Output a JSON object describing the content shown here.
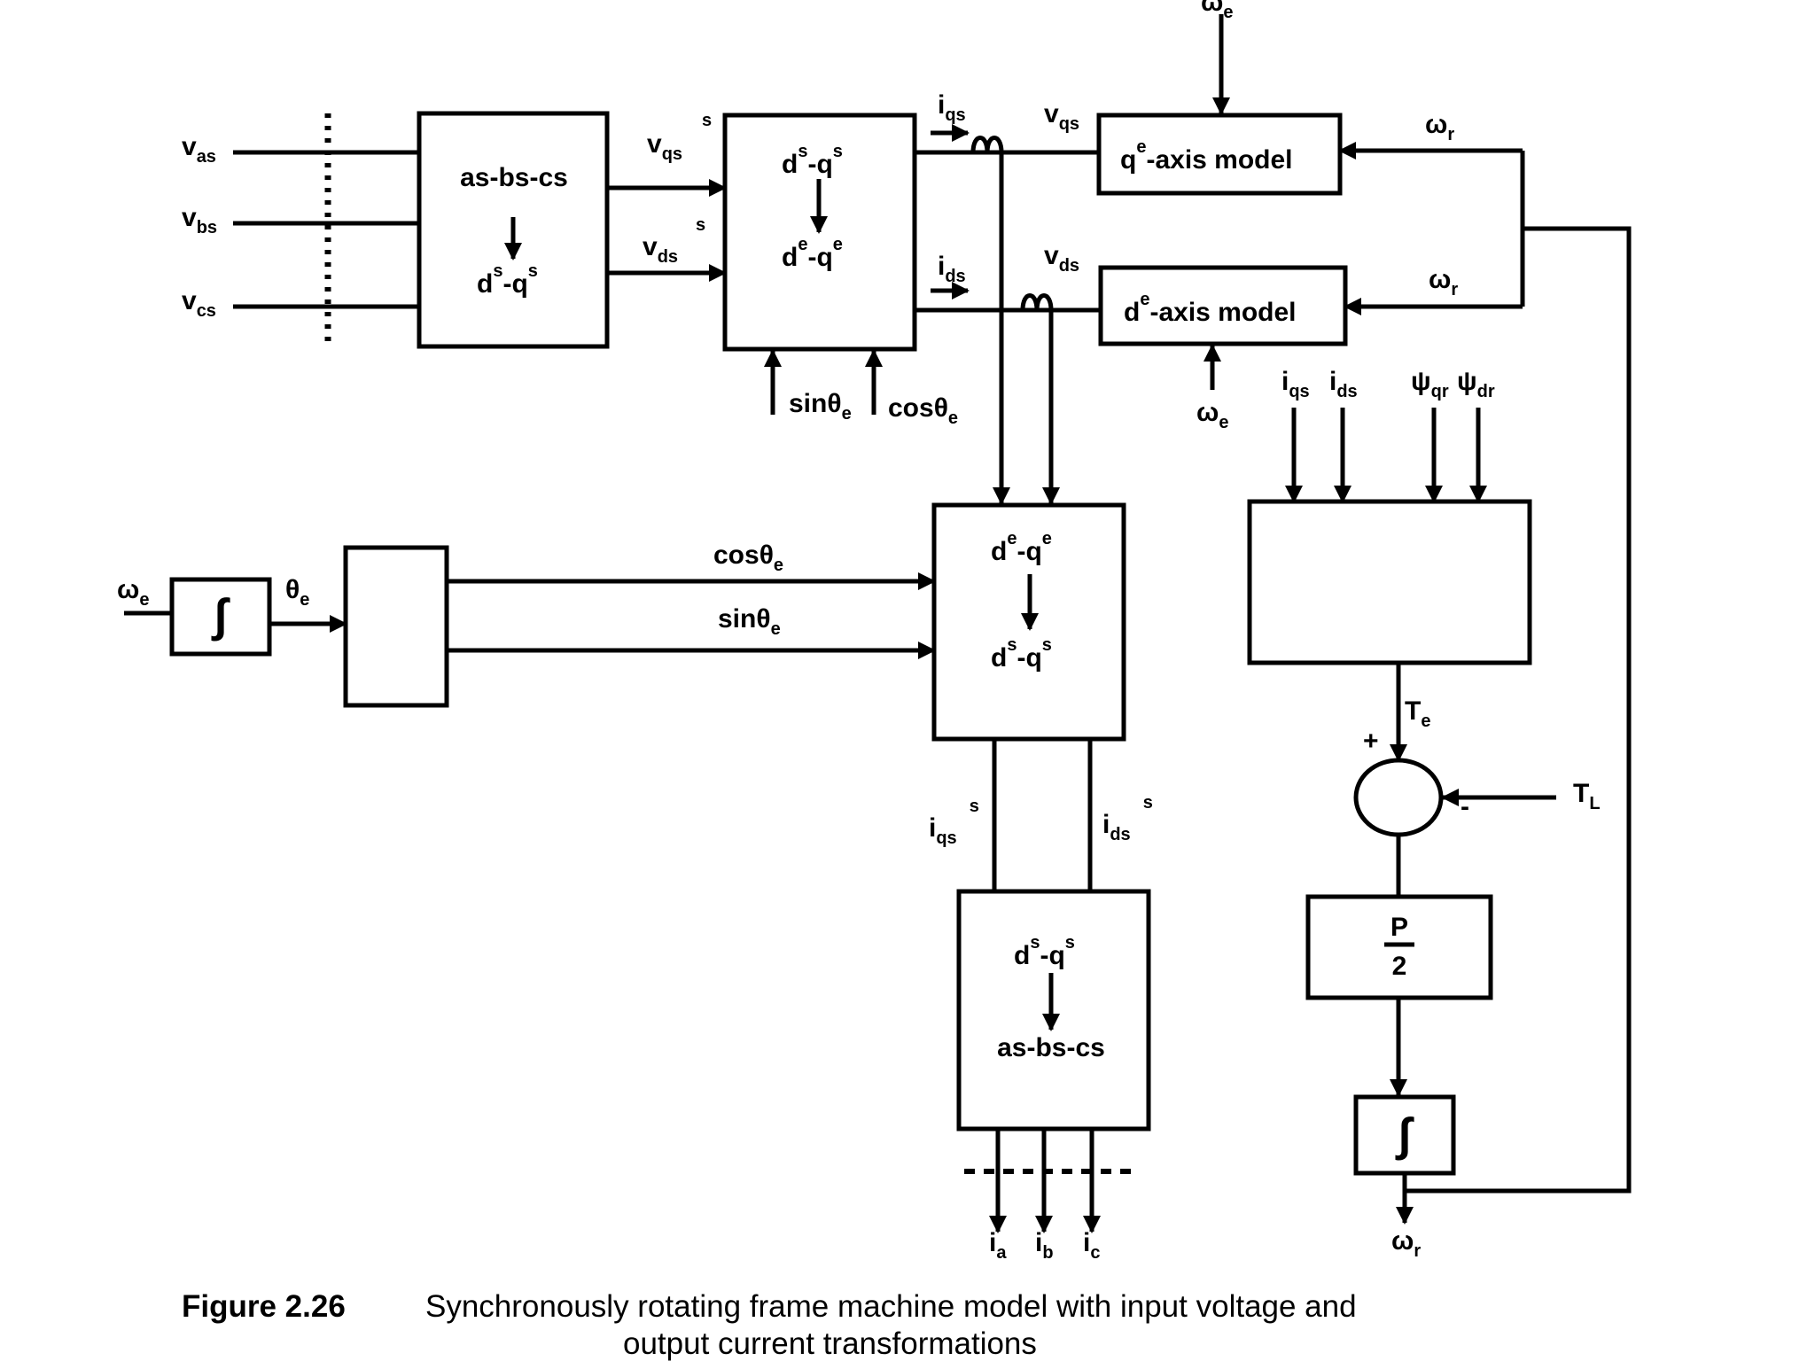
{
  "signals": {
    "vas": "v",
    "vas_sub": "as",
    "vbs": "v",
    "vbs_sub": "bs",
    "vcs": "v",
    "vcs_sub": "cs",
    "vqs_s": "v",
    "vqs_s_sub": "qs",
    "vqs_s_sup": "s",
    "vds_s": "v",
    "vds_s_sub": "ds",
    "vds_s_sup": "s",
    "iqs": "i",
    "iqs_sub": "qs",
    "ids": "i",
    "ids_sub": "ds",
    "vqs": "v",
    "vqs_sub": "qs",
    "vds": "v",
    "vds_sub": "ds",
    "omega_e_top": "ω",
    "omega_e_top_sub": "e",
    "omega_r_1": "ω",
    "omega_r_1_sub": "r",
    "omega_r_2": "ω",
    "omega_r_2_sub": "r",
    "sin_1": "sinθ",
    "sin_1_sub": "e",
    "cos_1": "cosθ",
    "cos_1_sub": "e",
    "omega_e_mid": "ω",
    "omega_e_mid_sub": "e",
    "iqs_in": "i",
    "iqs_in_sub": "qs",
    "ids_in": "i",
    "ids_in_sub": "ds",
    "psi_qr": "ψ",
    "psi_qr_sub": "qr",
    "psi_dr": "ψ",
    "psi_dr_sub": "dr",
    "omega_e_left": "ω",
    "omega_e_left_sub": "e",
    "theta_e": "θ",
    "theta_e_sub": "e",
    "cos_2": "cosθ",
    "cos_2_sub": "e",
    "sin_2": "sinθ",
    "sin_2_sub": "e",
    "te": "T",
    "te_sub": "e",
    "plus": "+",
    "minus": "-",
    "tl": "T",
    "tl_sub": "L",
    "iqs_s_out": "i",
    "iqs_s_out_sub": "qs",
    "iqs_s_out_sup": "s",
    "ids_s_out": "i",
    "ids_s_out_sub": "ds",
    "ids_s_out_sup": "s",
    "ia": "i",
    "ia_sub": "a",
    "ib": "i",
    "ib_sub": "b",
    "ic": "i",
    "ic_sub": "c",
    "omega_r_out": "ω",
    "omega_r_out_sub": "r"
  },
  "blocks": {
    "b1_top": "as-bs-cs",
    "b1_bot": "d",
    "b1_bot_sup1": "s",
    "b1_bot_mid": "-q",
    "b1_bot_sup2": "s",
    "b2_top": "d",
    "b2_top_sup1": "s",
    "b2_top_mid": "-q",
    "b2_top_sup2": "s",
    "b2_bot": "d",
    "b2_bot_sup1": "e",
    "b2_bot_mid": "-q",
    "b2_bot_sup2": "e",
    "q_model_pre": "q",
    "q_model_sup": "e",
    "q_model_post": "-axis model",
    "d_model_pre": "d",
    "d_model_sup": "e",
    "d_model_post": "-axis model",
    "b3_top": "d",
    "b3_top_sup1": "e",
    "b3_top_mid": "-q",
    "b3_top_sup2": "e",
    "b3_bot": "d",
    "b3_bot_sup1": "s",
    "b3_bot_mid": "-q",
    "b3_bot_sup2": "s",
    "b4_top": "d",
    "b4_top_sup1": "s",
    "b4_top_mid": "-q",
    "b4_top_sup2": "s",
    "b4_bot": "as-bs-cs",
    "integrator": "∫",
    "gain_num": "P",
    "gain_den": "2"
  },
  "caption": {
    "label": "Figure 2.26",
    "line1": "Synchronously rotating frame machine model with input voltage and",
    "line2": "output current transformations"
  }
}
